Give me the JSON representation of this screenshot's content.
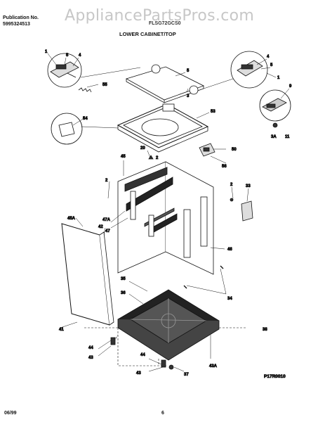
{
  "header": {
    "publication_label": "Publication No.",
    "publication_number": "5995324513",
    "model": "FLSG72GCS0",
    "section_title": "LOWER CABINET/TOP",
    "watermark": "AppliancePartsPros.com"
  },
  "diagram": {
    "callouts": {
      "c1a": "1",
      "c5a": "5",
      "c4a": "4",
      "c55": "55",
      "c5top": "5",
      "c3": "3",
      "c4b": "4",
      "c5b": "5",
      "c1b": "1",
      "c9": "9",
      "c3a": "3A",
      "c11": "11",
      "c54": "54",
      "c53": "53",
      "c20": "20",
      "c2a": "2",
      "c50": "50",
      "c56": "56",
      "c45": "45",
      "c2b": "2",
      "c2c": "2",
      "c33": "33",
      "c47a": "47A",
      "c47": "47",
      "c45a": "45A",
      "c42": "42",
      "c46": "46",
      "c35": "35",
      "c36": "36",
      "c34": "34",
      "c41": "41",
      "c38": "38",
      "c44a": "44",
      "c43a": "43",
      "c44b": "44",
      "c43b": "43",
      "c37": "37",
      "c43c": "43A"
    },
    "code": "P17R0010"
  },
  "footer": {
    "date": "06/99",
    "page": "6"
  }
}
